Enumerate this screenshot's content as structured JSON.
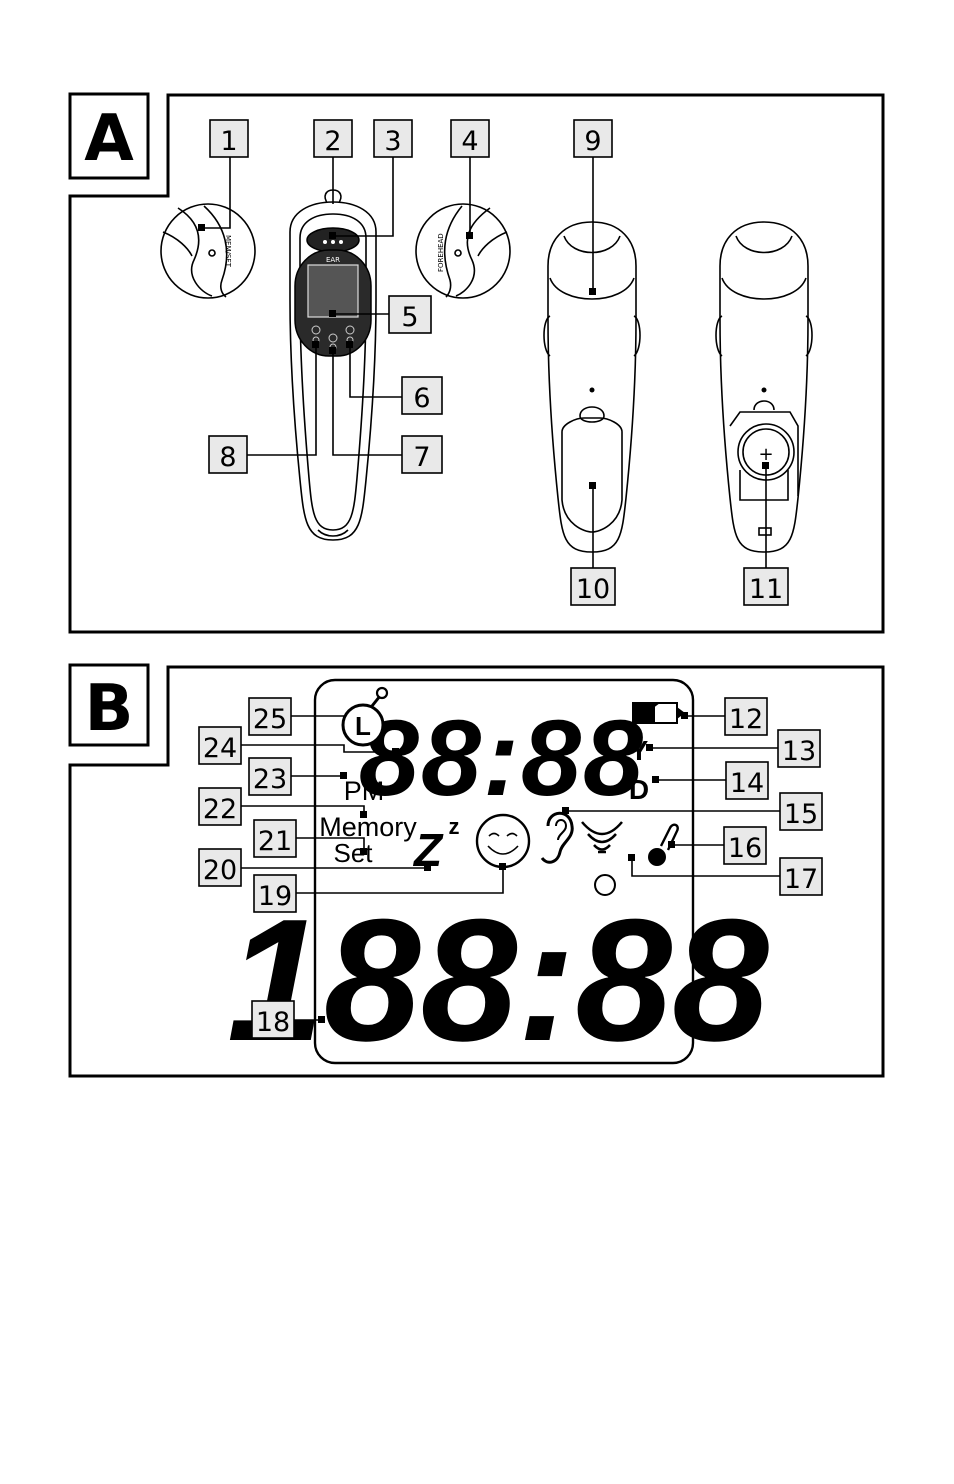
{
  "panel_a": {
    "badge": "A",
    "display_label": "EAR",
    "mem_label": "MEM/SET",
    "forehead_label": "FOREHEAD",
    "battery_plus": "+",
    "callouts": [
      "1",
      "2",
      "3",
      "4",
      "5",
      "6",
      "7",
      "8",
      "9",
      "10",
      "11"
    ]
  },
  "panel_b": {
    "badge": "B",
    "digits_small": "88:88",
    "digits_large": "188:88",
    "y_label": "Y",
    "d_label": "D",
    "pm_label": "PM",
    "memory_label": "Memory",
    "set_label": "Set",
    "z_large": "Z",
    "z_small": "z",
    "clock_letter": "L",
    "callouts": [
      "12",
      "13",
      "14",
      "15",
      "16",
      "17",
      "18",
      "19",
      "20",
      "21",
      "22",
      "23",
      "24",
      "25"
    ]
  }
}
